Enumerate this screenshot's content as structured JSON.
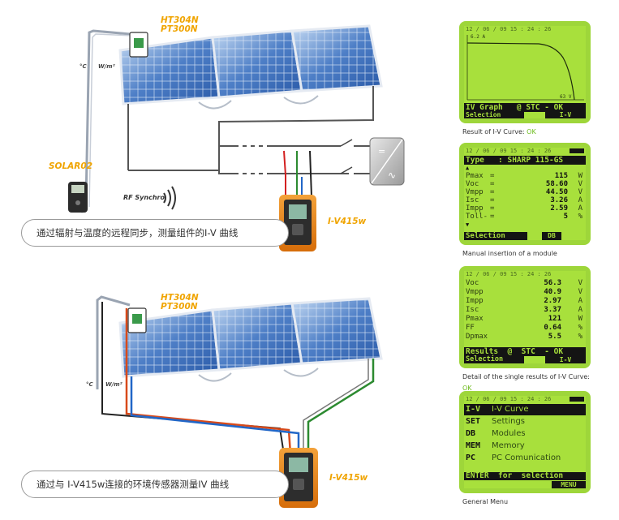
{
  "top": {
    "sensor_label": "HT304N\nPT300N",
    "remote_label": "SOLAR02",
    "rf_label": "RF Synchro",
    "instrument_label": "I-V415w",
    "unit_temp": "°C",
    "unit_irr": "W/m²",
    "caption": "通过辐射与温度的远程同步，测量组件的I-V 曲线"
  },
  "bottom": {
    "sensor_label": "HT304N\nPT300N",
    "instrument_label": "I-V415w",
    "unit_temp": "°C",
    "unit_irr": "W/m²",
    "caption": "通过与 I-V415w连接的环境传感器测量IV 曲线"
  },
  "screens": {
    "graph": {
      "datetime": "12 / 06 / 09   15 : 24 : 26",
      "axis_label": "6.2 A",
      "x_label": "63 V",
      "status": "IV Graph   @ STC - OK",
      "left_key": "Selection",
      "right_key": "I-V",
      "caption": "Result of I-V Curve: ",
      "caption_ok": "OK"
    },
    "module": {
      "datetime": "12 / 06 / 09   15 : 24 : 26",
      "type_row": "Type   : SHARP 115-GS",
      "rows": [
        {
          "name": "Pmax",
          "eq": "=",
          "val": "115",
          "unit": "W"
        },
        {
          "name": "Voc",
          "eq": "=",
          "val": "58.60",
          "unit": "V"
        },
        {
          "name": "Vmpp",
          "eq": "=",
          "val": "44.50",
          "unit": "V"
        },
        {
          "name": "Isc",
          "eq": "=",
          "val": "3.26",
          "unit": "A"
        },
        {
          "name": "Impp",
          "eq": "=",
          "val": "2.59",
          "unit": "A"
        },
        {
          "name": "Toll-",
          "eq": "=",
          "val": "5",
          "unit": "%"
        }
      ],
      "left_key": "Selection",
      "right_key": "DB",
      "caption": "Manual insertion of a module"
    },
    "results": {
      "datetime": "12 / 06 / 09   15 : 24 : 26",
      "rows": [
        {
          "name": "Voc",
          "val": "56.3",
          "unit": "V"
        },
        {
          "name": "Vmpp",
          "val": "40.9",
          "unit": "V"
        },
        {
          "name": "Impp",
          "val": "2.97",
          "unit": "A"
        },
        {
          "name": "Isc",
          "val": "3.37",
          "unit": "A"
        },
        {
          "name": "Pmax",
          "val": "121",
          "unit": "W"
        },
        {
          "name": "FF",
          "val": "0.64",
          "unit": "%"
        },
        {
          "name": "Dpmax",
          "val": "5.5",
          "unit": "%"
        }
      ],
      "status": "Results  @  STC  - OK",
      "left_key": "Selection",
      "right_key": "I-V",
      "caption": "Detail of the single results of I-V Curve:",
      "caption_ok": "OK"
    },
    "menu": {
      "datetime": "12 / 06 / 09   15 : 24 : 26",
      "items": [
        {
          "key": "I-V",
          "label": "I-V Curve"
        },
        {
          "key": "SET",
          "label": "Settings"
        },
        {
          "key": "DB",
          "label": "Modules"
        },
        {
          "key": "MEM",
          "label": "Memory"
        },
        {
          "key": "PC",
          "label": "PC Comunication"
        }
      ],
      "enter": "ENTER  for  selection",
      "right_key": "MENU",
      "caption": "General Menu"
    }
  },
  "colors": {
    "lcd": "#a8e03c",
    "accent": "#f0a400",
    "ok": "#6dbb1c"
  }
}
